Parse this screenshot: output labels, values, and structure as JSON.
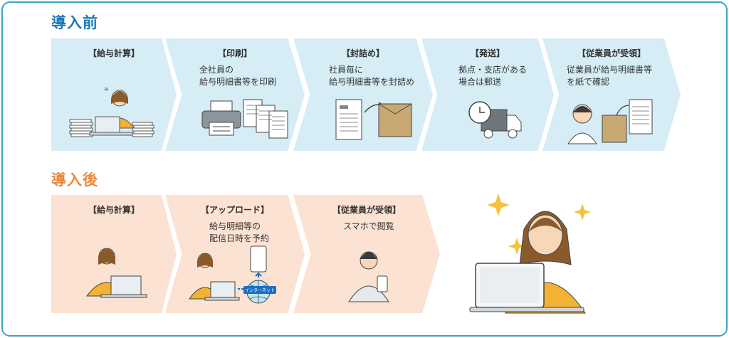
{
  "before": {
    "title": "導入前",
    "steps": [
      {
        "label": "【給与計算】",
        "desc": ""
      },
      {
        "label": "【印刷】",
        "desc": "全社員の\n給与明細書等を印刷"
      },
      {
        "label": "【封詰め】",
        "desc": "社員毎に\n給与明細書等を封詰め"
      },
      {
        "label": "【発送】",
        "desc": "拠点・支店がある\n場合は郵送"
      },
      {
        "label": "【従業員が受領】",
        "desc": "従業員が給与明細書等\nを紙で確認"
      }
    ]
  },
  "after": {
    "title": "導入後",
    "steps": [
      {
        "label": "【給与計算】",
        "desc": ""
      },
      {
        "label": "【アップロード】",
        "desc": "給与明細等の\n配信日時を予約"
      },
      {
        "label": "【従業員が受領】",
        "desc": "スマホで閲覧"
      }
    ],
    "internet_badge": "インターネット"
  },
  "colors": {
    "before_accent": "#1a78b5",
    "after_accent": "#e8893e",
    "before_bg": "#d6edf6",
    "after_bg": "#fbe2d2"
  },
  "icons": [
    "person-with-papers-icon",
    "printer-icon",
    "document-icon",
    "envelope-icon",
    "clock-icon",
    "truck-icon",
    "employee-icon",
    "smartphone-icon",
    "globe-icon",
    "sparkle-icon",
    "woman-laptop-icon"
  ]
}
